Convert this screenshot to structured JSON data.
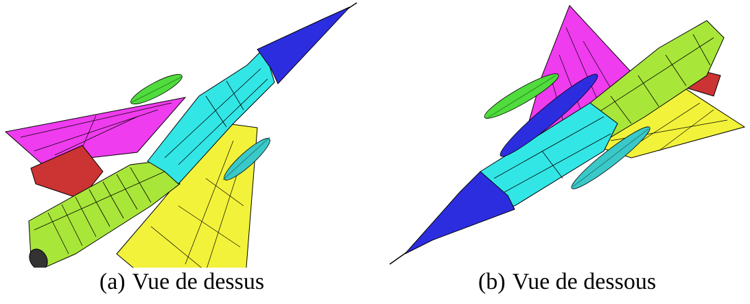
{
  "figures": [
    {
      "id": "(a)",
      "caption": "Vue de dessus"
    },
    {
      "id": "(b)",
      "caption": "Vue de dessous"
    }
  ],
  "colors": {
    "nose": "#2d2de0",
    "fuselage_front": "#33e6e6",
    "fuselage_rear": "#a8e63a",
    "wing_left": "#ee3cee",
    "wing_right": "#f2f23a",
    "fin": "#cc3333",
    "tank_green": "#4fdc3c",
    "tank_cyan": "#3ac8c8",
    "outline": "#000000"
  }
}
